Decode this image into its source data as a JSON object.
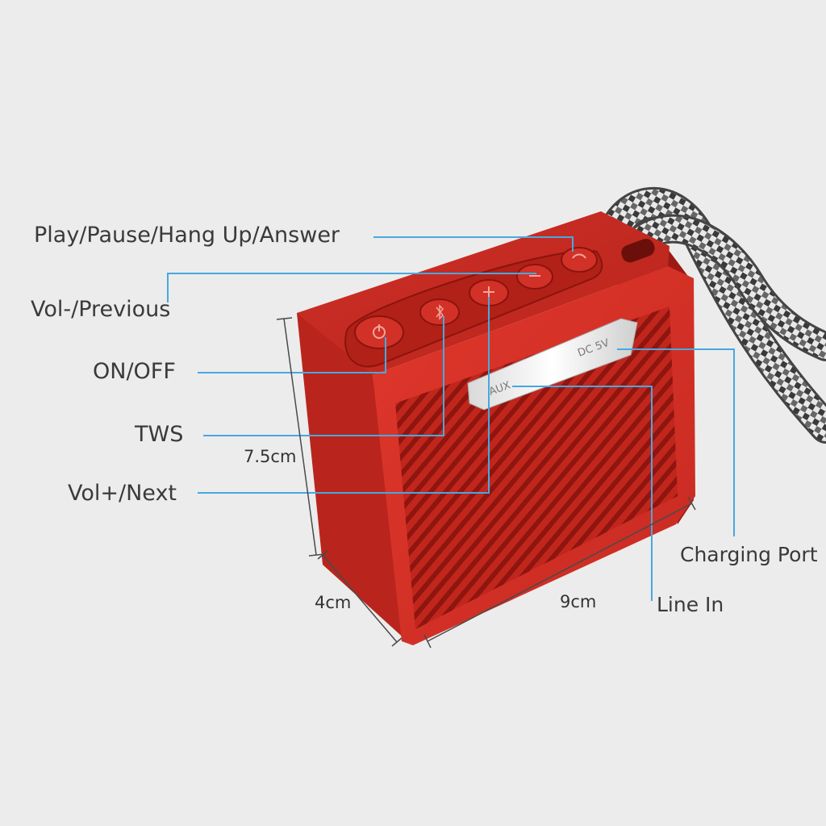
{
  "colors": {
    "background": "#ececec",
    "speaker_body": "#d42e24",
    "speaker_top": "#c72a21",
    "speaker_dark": "#8f150f",
    "callout_line": "#47a8e0",
    "dimension_line": "#4a4a4a",
    "label_text": "#3a3a3a"
  },
  "callouts": {
    "play_pause": "Play/Pause/Hang Up/Answer",
    "vol_minus": "Vol-/Previous",
    "on_off": "ON/OFF",
    "tws": "TWS",
    "vol_plus": "Vol+/Next",
    "charging_port": "Charging Port",
    "line_in": "Line In"
  },
  "dimensions": {
    "height": "7.5cm",
    "depth": "4cm",
    "width": "9cm"
  },
  "port_labels": {
    "dc": "DC 5V",
    "aux": "AUX"
  },
  "icons": {
    "power": "power-icon",
    "bluetooth": "bluetooth-icon",
    "plus": "plus-icon",
    "minus": "minus-icon",
    "phone": "phone-icon"
  }
}
